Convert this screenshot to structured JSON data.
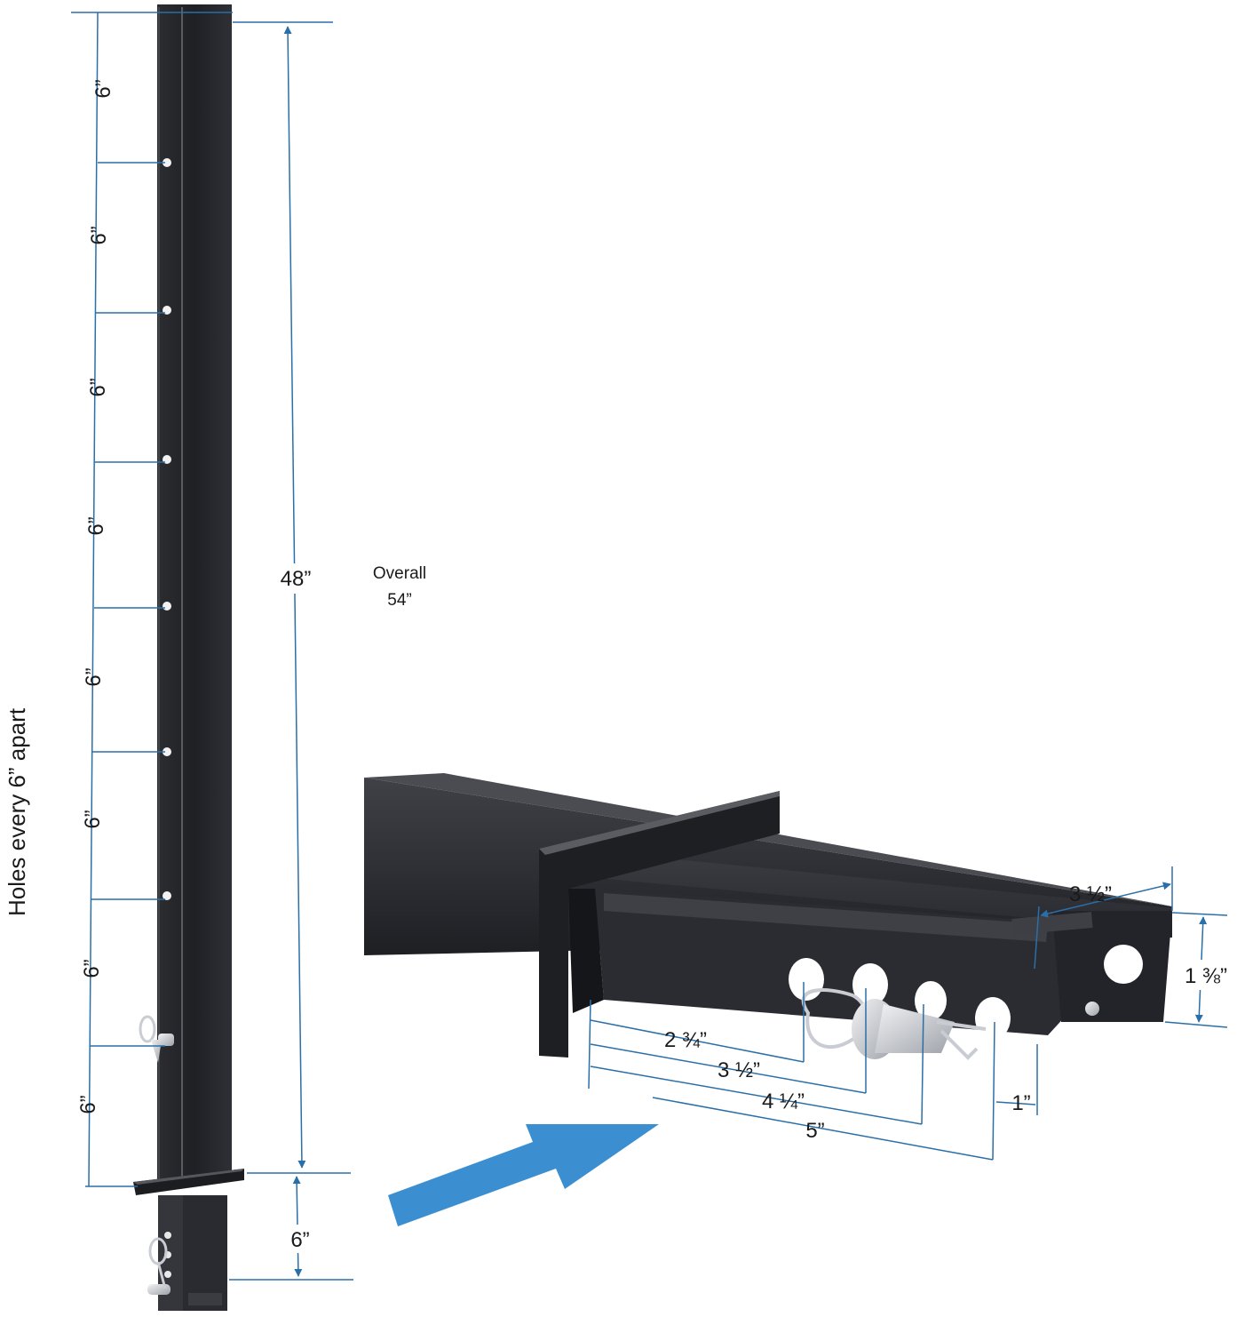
{
  "left_post": {
    "vertical_label": "Holes every 6” apart",
    "hole_spacing_labels": [
      "6”",
      "6”",
      "6”",
      "6”",
      "6”",
      "6”",
      "6”",
      "6”"
    ],
    "length_label": "48”",
    "overall_label_line1": "Overall",
    "overall_label_line2": "54”",
    "insert_label": "6”"
  },
  "detail": {
    "width_label": "3 ½”",
    "height_label": "1 ⅜”",
    "hole_offsets": [
      "2 ¾”",
      "3 ½”",
      "4 ¼”",
      "5”"
    ],
    "edge_offset": "1”"
  },
  "colors": {
    "dimension_line": "#2a6fa8",
    "arrow": "#3b8fd0",
    "steel": "#26272b",
    "steel_highlight": "#4a4c52",
    "pin": "#c9ccd2"
  }
}
